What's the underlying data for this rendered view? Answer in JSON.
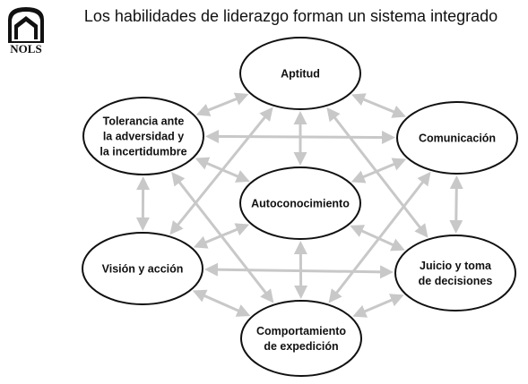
{
  "title": "Los habilidades de liderazgo forman un sistema integrado",
  "logo": {
    "text": "NOLS"
  },
  "nodes": [
    {
      "id": "aptitud",
      "lines": [
        "Aptitud"
      ]
    },
    {
      "id": "comunicacion",
      "lines": [
        "Comunicación"
      ]
    },
    {
      "id": "juicio",
      "lines": [
        "Juicio y toma",
        "de decisiones"
      ]
    },
    {
      "id": "comportamiento",
      "lines": [
        "Comportamiento",
        "de expedición"
      ]
    },
    {
      "id": "vision",
      "lines": [
        "Visión y acción"
      ]
    },
    {
      "id": "tolerancia",
      "lines": [
        "Tolerancia ante",
        "la adversidad y",
        "la incertidumbre"
      ]
    },
    {
      "id": "autoconocimiento",
      "lines": [
        "Autoconocimiento"
      ]
    }
  ],
  "edges": [
    [
      "aptitud",
      "comunicacion"
    ],
    [
      "comunicacion",
      "juicio"
    ],
    [
      "juicio",
      "comportamiento"
    ],
    [
      "comportamiento",
      "vision"
    ],
    [
      "vision",
      "tolerancia"
    ],
    [
      "tolerancia",
      "aptitud"
    ],
    [
      "aptitud",
      "autoconocimiento"
    ],
    [
      "comunicacion",
      "autoconocimiento"
    ],
    [
      "juicio",
      "autoconocimiento"
    ],
    [
      "comportamiento",
      "autoconocimiento"
    ],
    [
      "vision",
      "autoconocimiento"
    ],
    [
      "tolerancia",
      "autoconocimiento"
    ],
    [
      "tolerancia",
      "comunicacion"
    ],
    [
      "vision",
      "juicio"
    ],
    [
      "aptitud",
      "juicio"
    ],
    [
      "aptitud",
      "vision"
    ],
    [
      "tolerancia",
      "comportamiento"
    ],
    [
      "comunicacion",
      "comportamiento"
    ]
  ],
  "colors": {
    "arrow": "#c8c8c8",
    "node_stroke": "#111111",
    "node_fill": "#ffffff"
  }
}
